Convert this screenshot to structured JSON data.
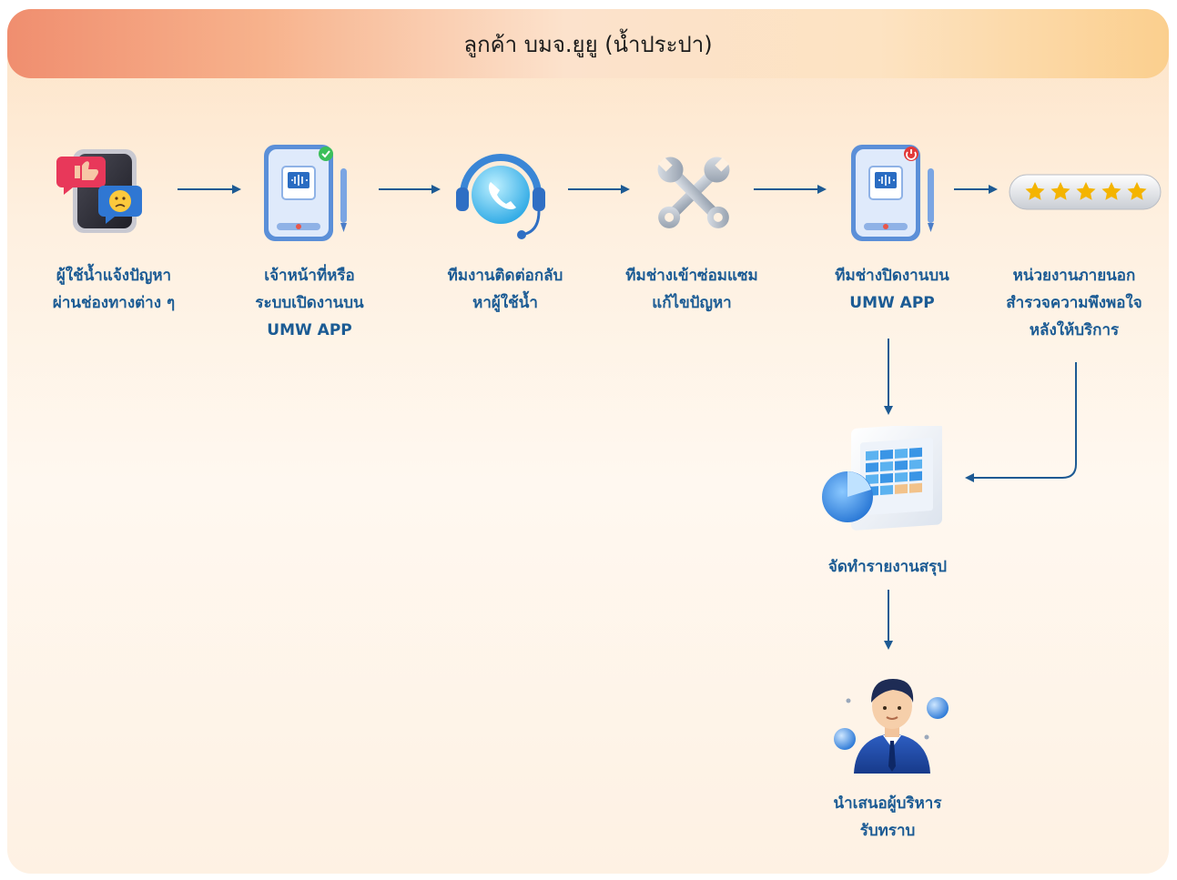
{
  "header": {
    "title": "ลูกค้า บมจ.ยูยู (น้ำประปา)"
  },
  "steps": [
    {
      "id": "report",
      "lines": [
        "ผู้ใช้น้ำแจ้งปัญหา",
        "ผ่านช่องทางต่าง ๆ"
      ],
      "icon": "phone-complaint-icon"
    },
    {
      "id": "open-ticket",
      "lines": [
        "เจ้าหน้าที่หรือ",
        "ระบบเปิดงานบน",
        "UMW APP"
      ],
      "icon": "tablet-app-icon"
    },
    {
      "id": "contact",
      "lines": [
        "ทีมงานติดต่อกลับ",
        "หาผู้ใช้น้ำ"
      ],
      "icon": "call-headset-icon"
    },
    {
      "id": "repair",
      "lines": [
        "ทีมช่างเข้าซ่อมแซม",
        "แก้ไขปัญหา"
      ],
      "icon": "wrench-tools-icon"
    },
    {
      "id": "close-ticket",
      "lines": [
        "ทีมช่างปิดงานบน",
        "UMW APP"
      ],
      "icon": "tablet-app-icon"
    },
    {
      "id": "survey",
      "lines": [
        "หน่วยงานภายนอก",
        "สำรวจความพึงพอใจ",
        "หลังให้บริการ"
      ],
      "icon": "five-star-rating-icon"
    },
    {
      "id": "summary-report",
      "lines": [
        "จัดทำรายงานสรุป"
      ],
      "icon": "report-chart-icon"
    },
    {
      "id": "present",
      "lines": [
        "นำเสนอผู้บริหาร",
        "รับทราบ"
      ],
      "icon": "executive-icon"
    }
  ],
  "colors": {
    "accent": "#1b5b94",
    "arrow": "#1d5a93"
  }
}
